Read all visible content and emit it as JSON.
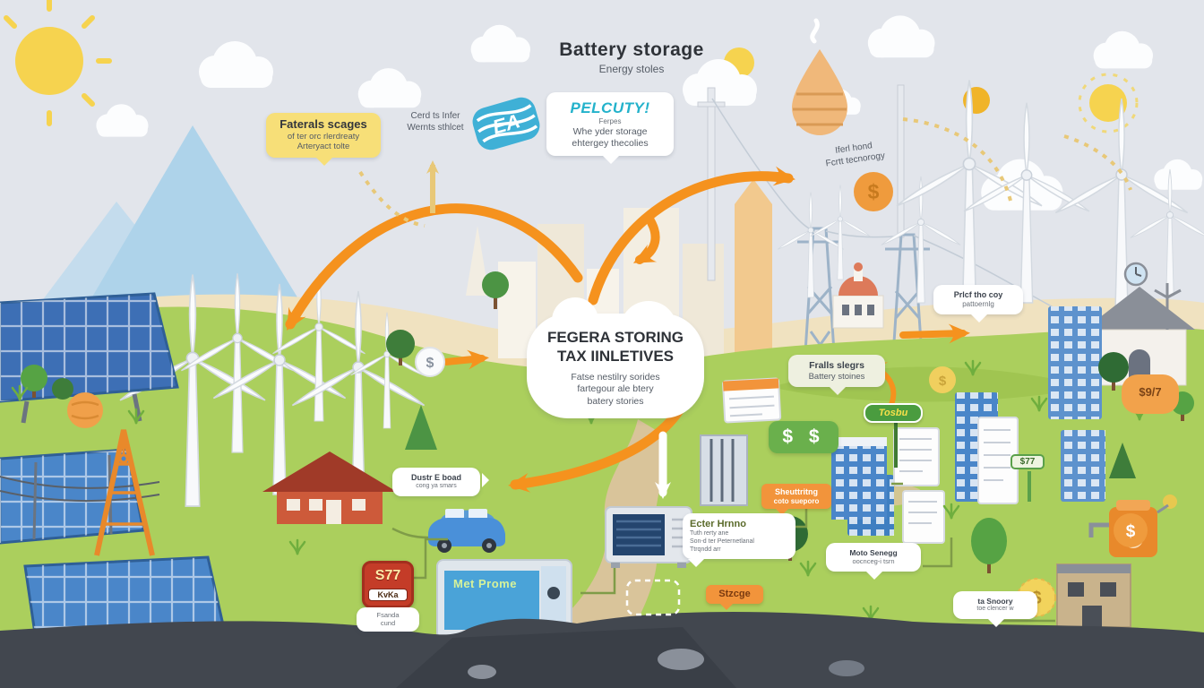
{
  "colors": {
    "sky": "#e2e5eb",
    "grass": "#abcf5d",
    "accent_orange": "#f5921e",
    "sun": "#f6d34f",
    "solar_blue": "#4a86c9",
    "dark_soil": "#42474f",
    "red_badge": "#c43c28",
    "teal_logo": "#23b2cb"
  },
  "title": {
    "heading": "Battery storage",
    "subheading": "Energy stoles"
  },
  "labels": {
    "materials_bubble": {
      "heading": "Faterals scages",
      "line1": "of ter orc rlerdreaty",
      "line2": "Arteryact tolte"
    },
    "card_note": {
      "line1": "Cerd ts Infer",
      "line2": "Wernts sthlcet"
    },
    "pelcuty_bubble": {
      "heading": "PELCUTY!",
      "sub": "Ferpes",
      "line1": "Whe yder storage",
      "line2": "ehtergey thecolies"
    },
    "tech_note": {
      "line1": "Iferl hond",
      "line2": "Fcrtt tecnorogy"
    },
    "central_cloud": {
      "heading1": "FEGERA STORING",
      "heading2": "TAX IINLETIVES",
      "line1": "Fatse nestilry sorides",
      "line2": "fartegour ale btery",
      "line3": "batery stories"
    },
    "price_bubble": {
      "line1": "Prlcf tho coy",
      "line2": "pattoernlg"
    },
    "frails_bubble": {
      "line1": "Fralls slegrs",
      "line2": "Battery stoines"
    },
    "orange_price": "$9/7",
    "car_bubble": {
      "line1": "Dustr E boad",
      "line2": "cong ya smars"
    },
    "shuttling_tag": {
      "line1": "Sheuttritng",
      "line2": "coto sueporo"
    },
    "ecter_bubble": {
      "line1": "Ecter Hrnno",
      "line2": "Tuth rerty ane",
      "line3": "Son-d ter Peternetlanal",
      "line4": "Ttrqndd arr"
    },
    "more_energy_bubble": {
      "line1": "Moto Senegg",
      "line2": "oocnceg-i tsrn"
    },
    "red_badge": {
      "value": "S77",
      "tag": "KvKa"
    },
    "red_badge_note": {
      "line1": "Fsanda",
      "line2": "cund"
    },
    "battery_unit_label": "Met Prome",
    "road_sign": "Tosbu",
    "small_sign": "$77",
    "storage_tag": "Stzcge",
    "snoopy_bubble": {
      "line1": "ta Snoory",
      "line2": "toe clencer w"
    },
    "dollar_pair": "$ $",
    "coin_symbol": "$",
    "logo_text": "EA"
  }
}
